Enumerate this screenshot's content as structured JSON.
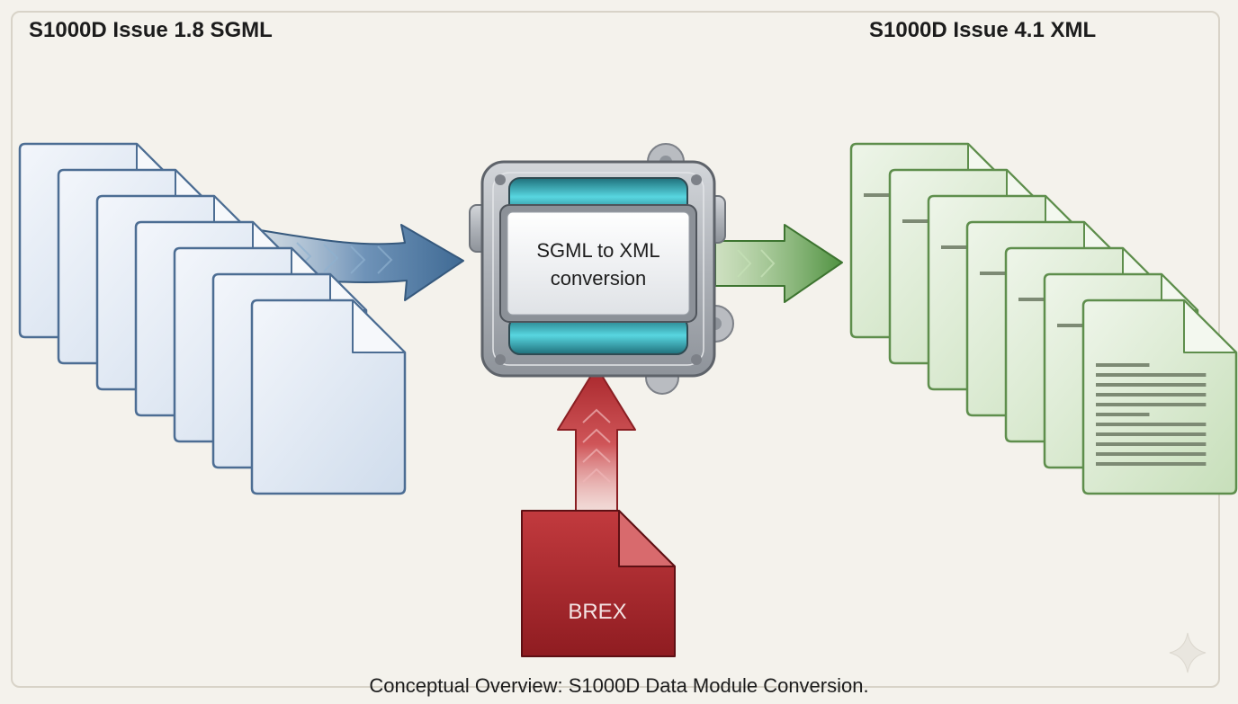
{
  "titles": {
    "source": "S1000D Issue 1.8 SGML",
    "target": "S1000D Issue 4.1 XML"
  },
  "converter": {
    "line1": "SGML to XML",
    "line2": "conversion"
  },
  "brex": {
    "label": "BREX"
  },
  "caption": "Conceptual Overview: S1000D Data Module Conversion.",
  "colors": {
    "background": "#f4f2ec",
    "source_docs": "#dbe6f3",
    "target_docs": "#d6e8cd",
    "brex_doc": "#a8262b",
    "arrow_blue": "#4f7aa3",
    "arrow_green": "#5e9a4c",
    "arrow_red": "#b93a3d",
    "converter_body": "#a9adb3",
    "converter_glow": "#3fb6c3"
  },
  "icons": [
    "document-stack-icon",
    "conversion-machine-icon",
    "gear-icon",
    "brex-document-icon",
    "sparkle-icon"
  ]
}
